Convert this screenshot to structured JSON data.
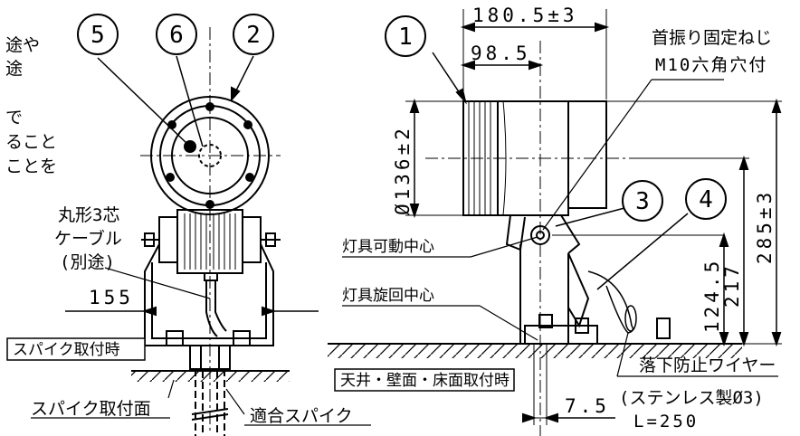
{
  "left_margin_text": [
    "途や",
    "途",
    "で",
    "ること",
    "ことを"
  ],
  "balloons": [
    "5",
    "6",
    "2",
    "1",
    "3",
    "4"
  ],
  "cable_note": [
    "丸形3芯",
    "ケーブル",
    "(別途)"
  ],
  "dims": {
    "width_155": "155",
    "len_180": "180.5±3",
    "len_98": "98.5",
    "dia_136": "Ø136±2",
    "h_124": "124.5",
    "h_217": "217",
    "h_285": "285±3",
    "off_7": "7.5"
  },
  "swivel_note": [
    "首振り固定ねじ",
    "M10六角穴付"
  ],
  "pivot_labels": {
    "move": "灯具可動中心",
    "rotate": "灯具旋回中心"
  },
  "boxes": {
    "spike": "スパイク取付時",
    "ceiling": "天井・壁面・床面取付時"
  },
  "ground_labels": {
    "spike_face": "スパイク取付面",
    "spike_fit": "適合スパイク"
  },
  "wire_note": [
    "落下防止ワイヤー",
    "(ステンレス製Ø3)",
    "L=250"
  ]
}
